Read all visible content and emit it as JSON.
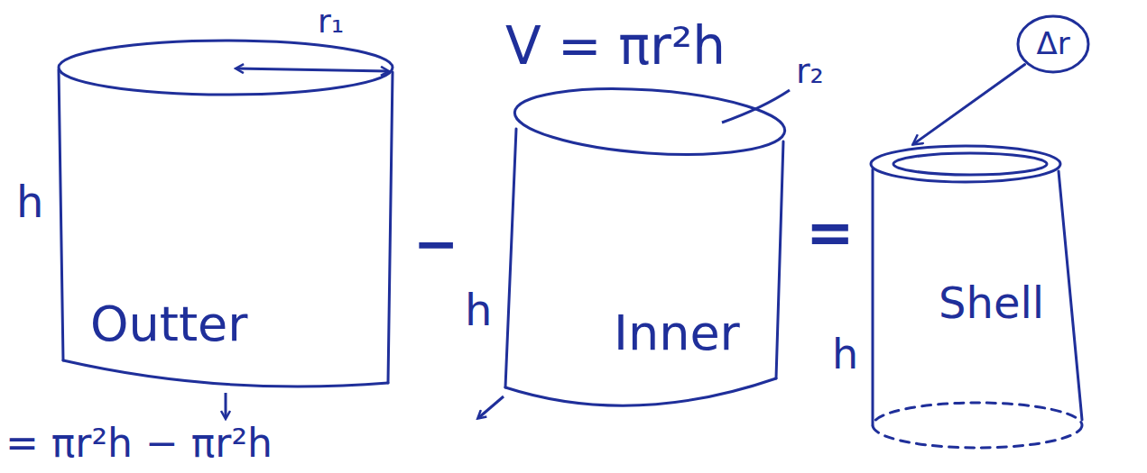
{
  "diagram": {
    "nodes": [
      {
        "text": [
          "Outter"
        ]
      },
      {
        "text": [
          "Inner"
        ]
      },
      {
        "text": [
          "Shell"
        ]
      },
      {
        "text": [
          "Δr"
        ]
      }
    ],
    "edges": [
      {
        "from": 3,
        "to": 2,
        "arrow": "to"
      }
    ],
    "labels": [
      "V = πr²h",
      "r₁",
      "h",
      "−",
      "r₂",
      "h",
      "=",
      "h",
      "= πr²h − πr²h"
    ]
  }
}
